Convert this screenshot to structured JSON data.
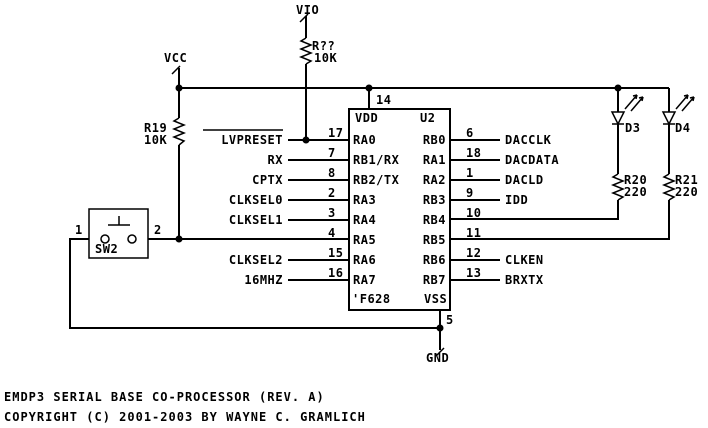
{
  "power": {
    "vio": "VIO",
    "vcc": "VCC",
    "gnd": "GND"
  },
  "resistors": {
    "rtop": {
      "ref": "R??",
      "value": "10K"
    },
    "r19": {
      "ref": "R19",
      "value": "10K"
    },
    "r20": {
      "ref": "R20",
      "value": "220"
    },
    "r21": {
      "ref": "R21",
      "value": "220"
    }
  },
  "leds": {
    "d3": "D3",
    "d4": "D4"
  },
  "switch": {
    "ref": "SW2",
    "pin1": "1",
    "pin2": "2"
  },
  "chip": {
    "ref": "U2",
    "part": "'F628",
    "vdd_label": "VDD",
    "vss_label": "VSS",
    "vdd_pin": "14",
    "vss_pin": "5",
    "left_pins": [
      {
        "name": "RA0",
        "num": "17",
        "net": "LVPRESET"
      },
      {
        "name": "RB1/RX",
        "num": "7",
        "net": "RX"
      },
      {
        "name": "RB2/TX",
        "num": "8",
        "net": "CPTX"
      },
      {
        "name": "RA3",
        "num": "2",
        "net": "CLKSEL0"
      },
      {
        "name": "RA4",
        "num": "3",
        "net": "CLKSEL1"
      },
      {
        "name": "RA5",
        "num": "4",
        "net": ""
      },
      {
        "name": "RA6",
        "num": "15",
        "net": "CLKSEL2"
      },
      {
        "name": "RA7",
        "num": "16",
        "net": "16MHZ"
      }
    ],
    "right_pins": [
      {
        "name": "RB0",
        "num": "6",
        "net": "DACCLK"
      },
      {
        "name": "RA1",
        "num": "18",
        "net": "DACDATA"
      },
      {
        "name": "RA2",
        "num": "1",
        "net": "DACLD"
      },
      {
        "name": "RB3",
        "num": "9",
        "net": "IDD"
      },
      {
        "name": "RB4",
        "num": "10",
        "net": ""
      },
      {
        "name": "RB5",
        "num": "11",
        "net": ""
      },
      {
        "name": "RB6",
        "num": "12",
        "net": "CLKEN"
      },
      {
        "name": "RB7",
        "num": "13",
        "net": "BRXTX"
      }
    ]
  },
  "footer": {
    "title": "EMDP3 SERIAL BASE CO-PROCESSOR (REV. A)",
    "copyright": "COPYRIGHT (C) 2001-2003 BY WAYNE C. GRAMLICH"
  }
}
